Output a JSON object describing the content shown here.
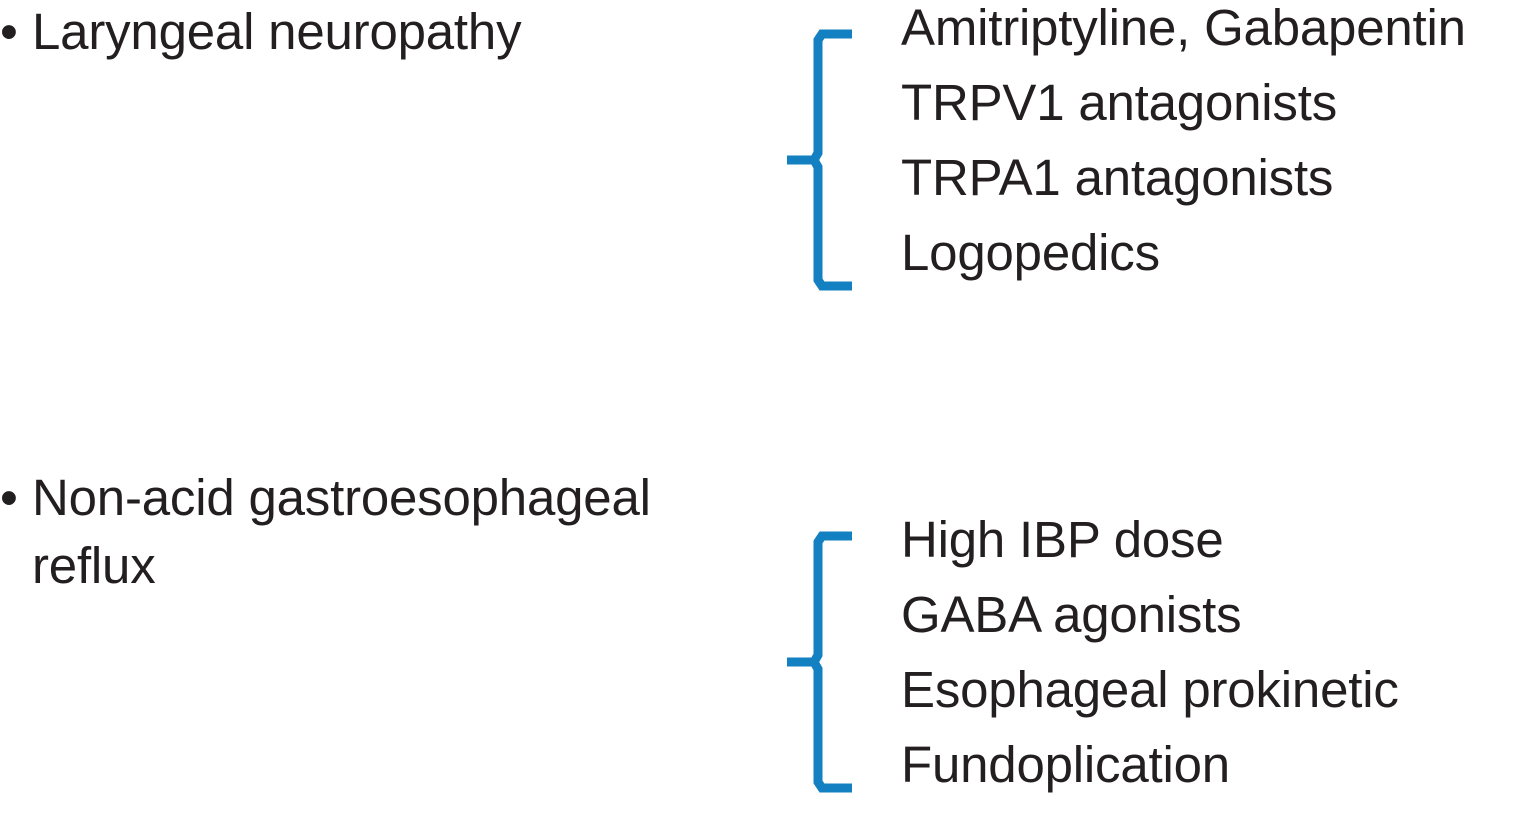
{
  "slide": {
    "background_color": "#ffffff",
    "text_color": "#231f20",
    "brace_color": "#1380c2",
    "bullet_glyph": "•"
  },
  "groups": [
    {
      "id": "laryngeal-neuropathy",
      "bullet": {
        "marker": "•",
        "label": "Laryngeal neuropathy"
      },
      "brace": {
        "name": "curly-brace",
        "color": "#1380c2"
      },
      "treatments": [
        "Amitriptyline, Gabapentin",
        "TRPV1 antagonists",
        "TRPA1 antagonists",
        "Logopedics"
      ]
    },
    {
      "id": "non-acid-gastroesophageal-reflux",
      "bullet": {
        "marker": "•",
        "label": "Non-acid gastroesophageal reflux"
      },
      "brace": {
        "name": "curly-brace",
        "color": "#1380c2"
      },
      "treatments": [
        "High IBP dose",
        "GABA agonists",
        "Esophageal prokinetic",
        "Fundoplication"
      ]
    }
  ]
}
